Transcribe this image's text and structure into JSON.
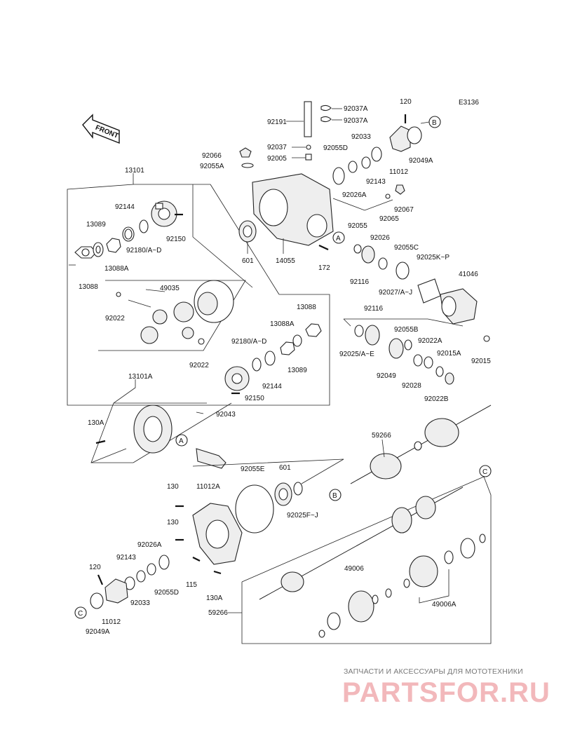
{
  "diagram_code": "E3136",
  "front_label": "FRONT",
  "callouts": {
    "a": "A",
    "b": "B",
    "c": "C"
  },
  "watermark": {
    "text": "ЗАПЧАСТИ И АКСЕССУАРЫ ДЛЯ МОТОТЕХНИКИ",
    "logo": "PARTSFOR.RU",
    "logo_color": "#f2b8bb"
  },
  "labels": {
    "p13101": "13101",
    "p13101a": "13101A",
    "p92144a": "92144",
    "p92144b": "92144",
    "p13089a": "13089",
    "p13089b": "13089",
    "p13088a": "13088",
    "p13088b": "13088",
    "p13088a_a": "13088A",
    "p13088a_b": "13088A",
    "p92180a": "92180/A~D",
    "p92180b": "92180/A~D",
    "p92150a": "92150",
    "p92150b": "92150",
    "p49035": "49035",
    "p92022a": "92022",
    "p92022b": "92022",
    "p92043": "92043",
    "p130a_1": "130A",
    "p130a_2": "130A",
    "p130_1": "130",
    "p130_2": "130",
    "p92066": "92066",
    "p92055a": "92055A",
    "p92191": "92191",
    "p92037a_1": "92037A",
    "p92037a_2": "92037A",
    "p92037": "92037",
    "p92005": "92005",
    "p92055d_1": "92055D",
    "p92055d_2": "92055D",
    "p92033_1": "92033",
    "p92033_2": "92033",
    "p120_1": "120",
    "p120_2": "120",
    "p92049a_1": "92049A",
    "p92049a_2": "92049A",
    "p92026a_1": "92026A",
    "p92026a_2": "92026A",
    "p92143_1": "92143",
    "p92143_2": "92143",
    "p11012_1": "11012",
    "p11012_2": "11012",
    "p11012a": "11012A",
    "p92065": "92065",
    "p92067": "92067",
    "p601_1": "601",
    "p601_2": "601",
    "p14055": "14055",
    "p172": "172",
    "p92055": "92055",
    "p92026": "92026",
    "p92055c": "92055C",
    "p92025kp": "92025K~P",
    "p41046": "41046",
    "p92116_1": "92116",
    "p92116_2": "92116",
    "p92027": "92027/A~J",
    "p92025ae": "92025/A~E",
    "p92055b": "92055B",
    "p92022a_": "92022A",
    "p92015a": "92015A",
    "p92015": "92015",
    "p92049": "92049",
    "p92028": "92028",
    "p92022b_": "92022B",
    "p59266_1": "59266",
    "p59266_2": "59266",
    "p92055e": "92055E",
    "p92025fj": "92025F~J",
    "p115": "115",
    "p49006": "49006",
    "p49006a": "49006A"
  }
}
